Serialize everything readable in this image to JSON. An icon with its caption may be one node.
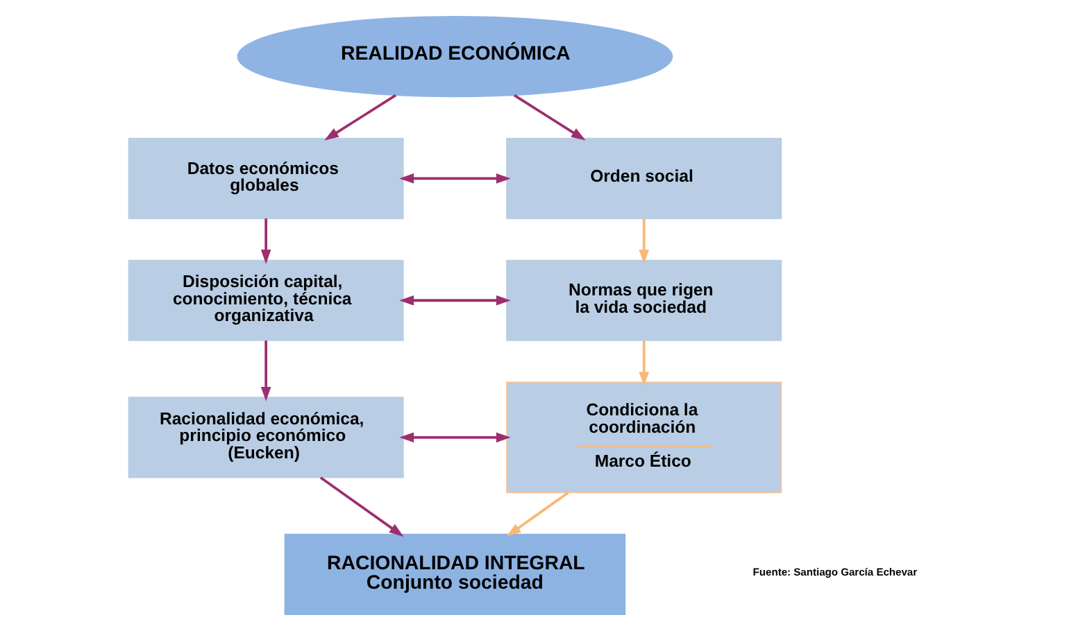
{
  "diagram": {
    "nodes": [
      {
        "text": [
          "REALIDAD ECONÓMICA"
        ]
      },
      {
        "text": [
          "Datos económicos globales"
        ]
      },
      {
        "text": [
          "Orden social"
        ]
      },
      {
        "text": [
          "Disposición capital, conocimiento, técnica organizativa"
        ]
      },
      {
        "text": [
          "Normas que rigen la vida sociedad"
        ]
      },
      {
        "text": [
          "Racionalidad económica, principio económico (Eucken)"
        ]
      },
      {
        "text": [
          "Condiciona la coordinación",
          "Marco Ético"
        ]
      },
      {
        "text": [
          "RACIONALIDAD INTEGRAL",
          "Conjunto sociedad"
        ]
      }
    ],
    "edges": [
      {
        "from": 0,
        "to": 1,
        "arrow": "to"
      },
      {
        "from": 0,
        "to": 2,
        "arrow": "to"
      },
      {
        "from": 1,
        "to": 2,
        "arrow": "both"
      },
      {
        "from": 1,
        "to": 3,
        "arrow": "to"
      },
      {
        "from": 2,
        "to": 4,
        "arrow": "to",
        "color": "#f8b878"
      },
      {
        "from": 3,
        "to": 4,
        "arrow": "both"
      },
      {
        "from": 3,
        "to": 5,
        "arrow": "to"
      },
      {
        "from": 4,
        "to": 6,
        "arrow": "to",
        "color": "#f8b878"
      },
      {
        "from": 5,
        "to": 6,
        "arrow": "both"
      },
      {
        "from": 5,
        "to": 7,
        "arrow": "to"
      },
      {
        "from": 6,
        "to": 7,
        "arrow": "to",
        "color": "#f8b878"
      }
    ],
    "labels": [
      "Fuente: Santiago García Echevar"
    ]
  }
}
